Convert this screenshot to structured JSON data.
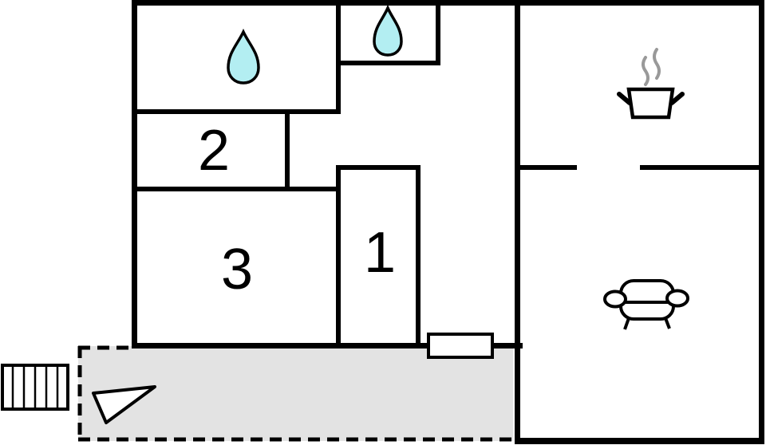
{
  "title": "apartment-floor-plan",
  "colors": {
    "wall": "#000000",
    "background": "#ffffff",
    "terrace_fill": "#e3e3e3",
    "drop_fill": "#b3eef2",
    "steam": "#999999"
  },
  "rooms": [
    {
      "id": "room-1",
      "label": "1"
    },
    {
      "id": "room-2",
      "label": "2"
    },
    {
      "id": "room-3",
      "label": "3"
    }
  ],
  "icons": {
    "bathroom": "water-drop-icon",
    "wc": "water-drop-icon",
    "kitchen": "stove-pot-icon",
    "kitchen_steam": "steam-icon",
    "living_room": "sofa-icon",
    "stairs": "stairs-icon",
    "terrace_arrow": "north-arrow-icon",
    "terrace_door": "door-icon"
  }
}
